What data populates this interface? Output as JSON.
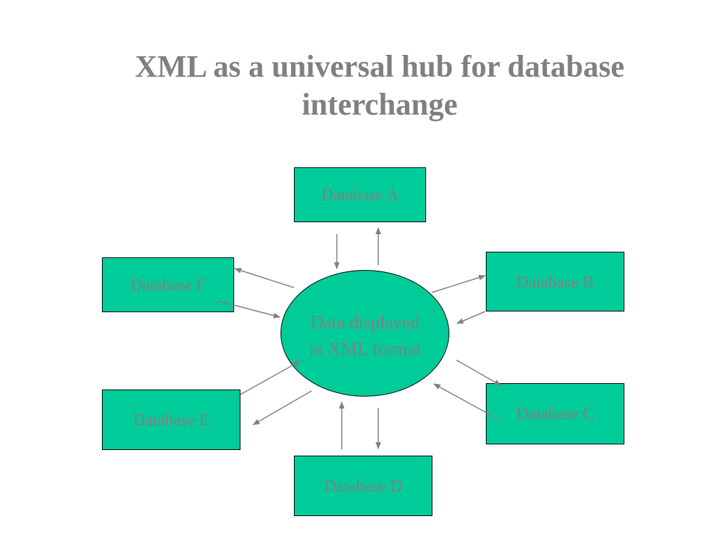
{
  "title": "XML as a universal hub for database interchange",
  "hub": {
    "label": "Data displayed\nin XML format"
  },
  "nodes": {
    "a": "Database A",
    "b": "Database B",
    "c": "Database C",
    "d": "Database D",
    "e": "Database E",
    "f": "Database F"
  },
  "colors": {
    "node_fill": "#00cc99",
    "text": "#808080",
    "arrow": "#808080",
    "border": "#000000"
  }
}
